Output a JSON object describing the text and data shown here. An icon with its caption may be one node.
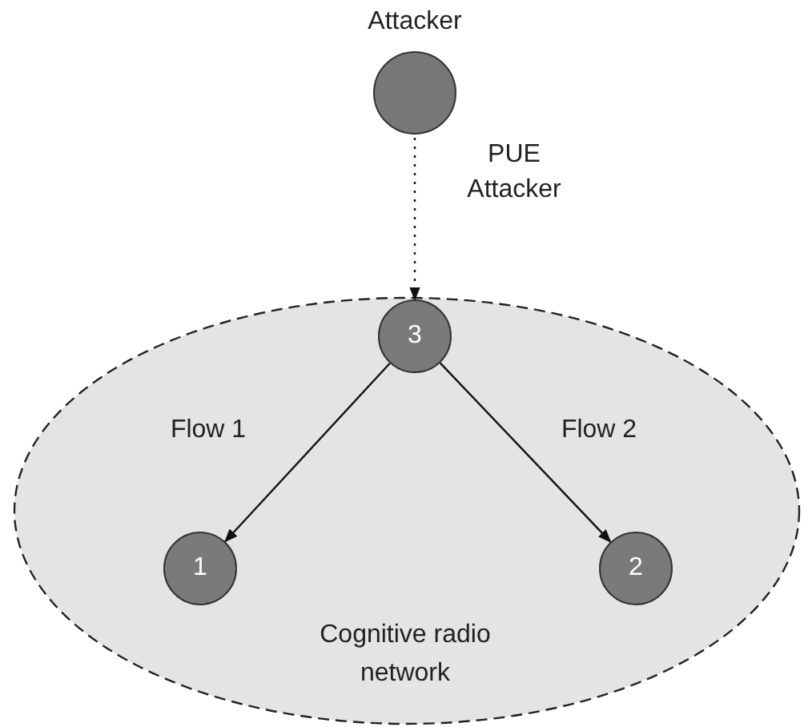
{
  "diagram": {
    "nodes": [
      {
        "text": [
          "Attacker"
        ]
      },
      {
        "text": [
          "Cognitive radio network"
        ]
      },
      {
        "text": [
          "3"
        ],
        "in": 1
      },
      {
        "text": [
          "1"
        ],
        "in": 1
      },
      {
        "text": [
          "2"
        ],
        "in": 1
      }
    ],
    "edges": [
      {
        "from": 0,
        "to": 2,
        "arrow": "to",
        "label": "PUE Attacker",
        "style": "dashed"
      },
      {
        "from": 2,
        "to": 3,
        "arrow": "to",
        "label": "Flow 1"
      },
      {
        "from": 2,
        "to": 4,
        "arrow": "to",
        "label": "Flow 2"
      }
    ]
  }
}
